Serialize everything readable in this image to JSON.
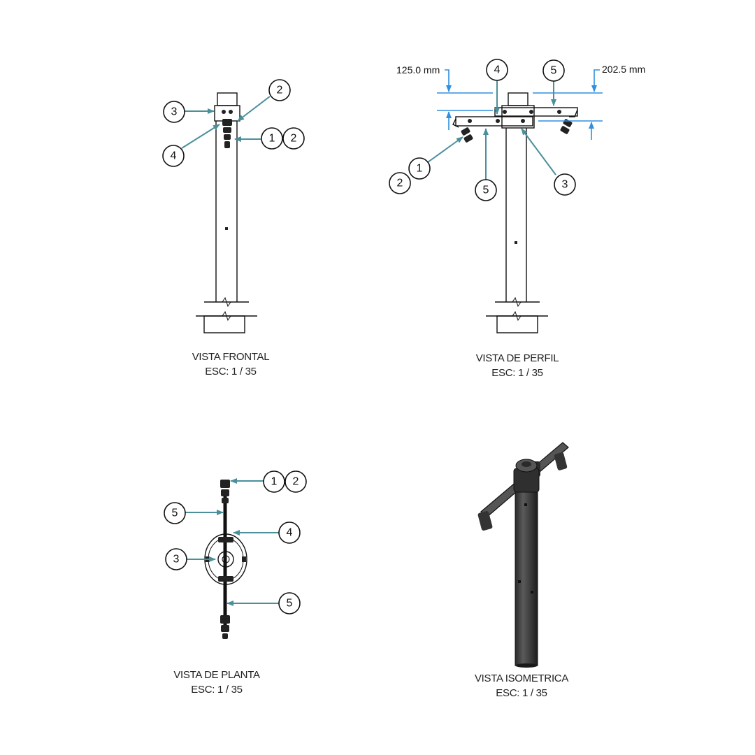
{
  "views": {
    "frontal": {
      "title": "VISTA FRONTAL",
      "scale": "ESC: 1 / 35",
      "bubbles": [
        "3",
        "2",
        "4",
        "1",
        "2"
      ]
    },
    "perfil": {
      "title": "VISTA DE PERFIL",
      "scale": "ESC: 1 / 35",
      "bubbles": [
        "4",
        "5",
        "1",
        "2",
        "5",
        "3"
      ],
      "dimensions": {
        "left": "125.0 mm",
        "right": "202.5 mm"
      }
    },
    "planta": {
      "title": "VISTA DE PLANTA",
      "scale": "ESC: 1 / 35",
      "bubbles": [
        "1",
        "2",
        "5",
        "4",
        "3",
        "5"
      ]
    },
    "isometrica": {
      "title": "VISTA ISOMETRICA",
      "scale": "ESC: 1 / 35"
    }
  },
  "colors": {
    "leader": "#4a8f99",
    "dimension": "#2f8fe0",
    "line": "#111111"
  }
}
